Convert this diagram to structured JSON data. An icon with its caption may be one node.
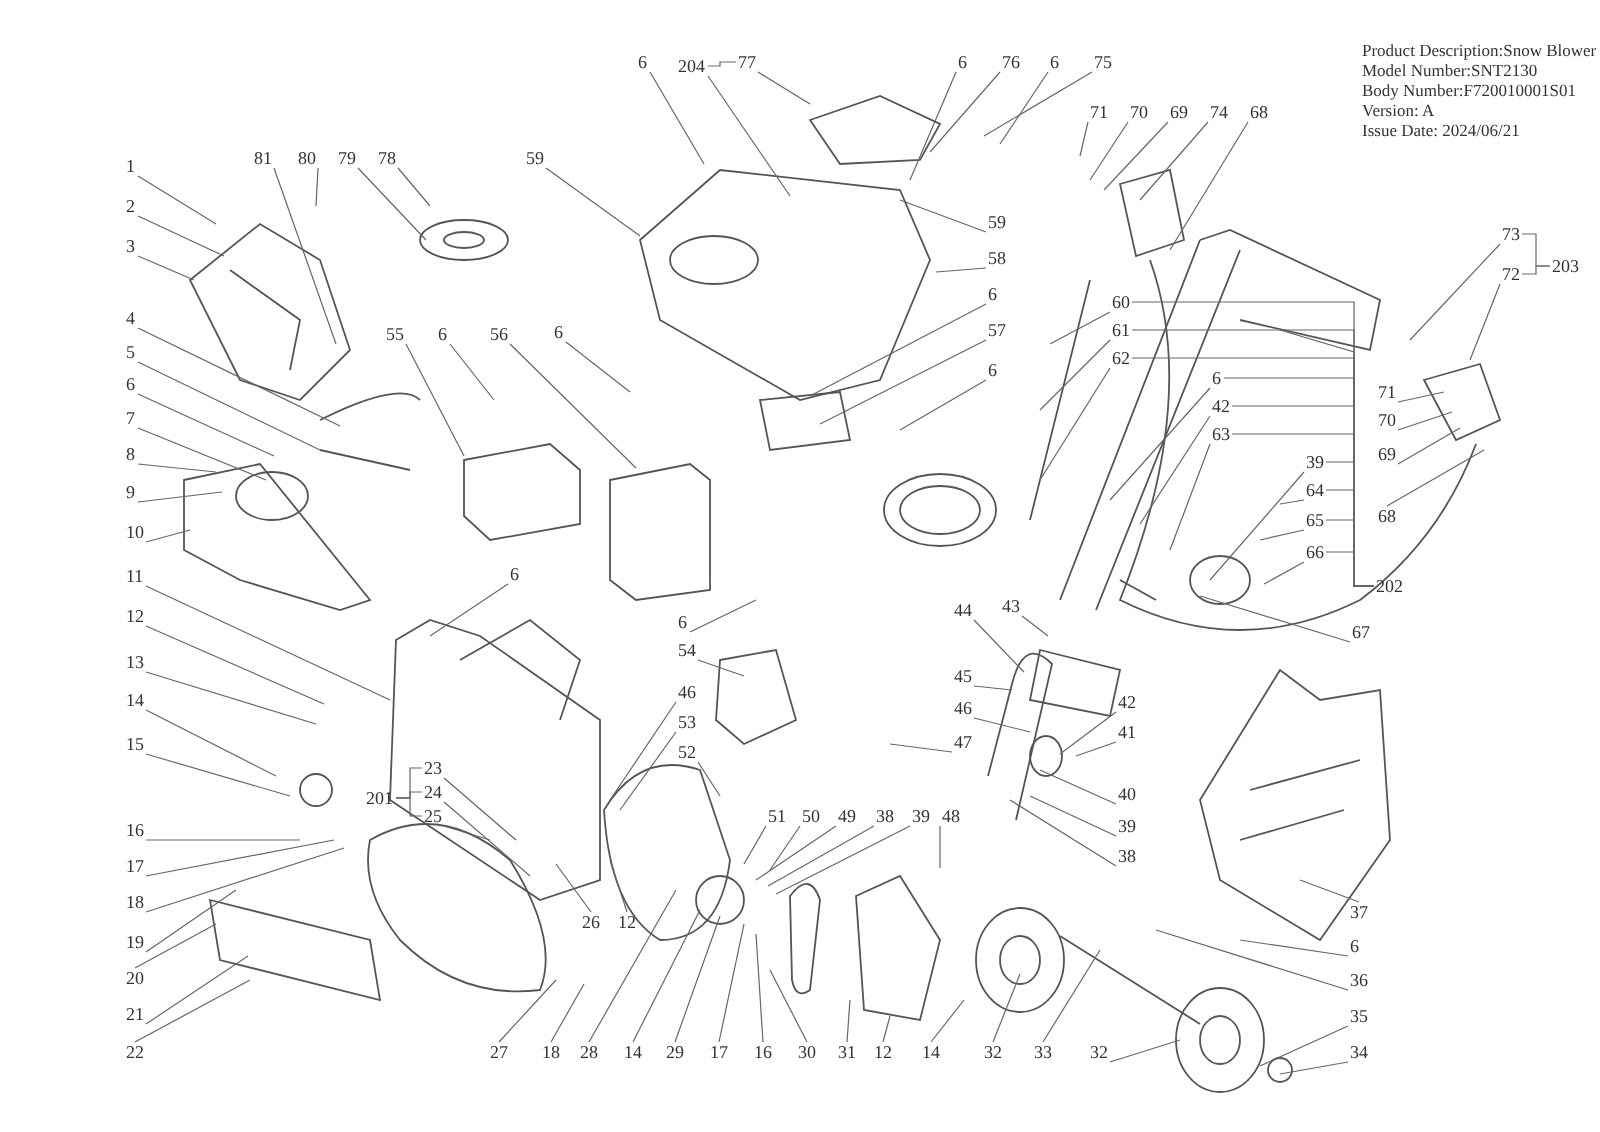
{
  "diagram": {
    "nodes": [
      {
        "text": [
          "1"
        ]
      },
      {
        "text": [
          "2"
        ]
      },
      {
        "text": [
          "3"
        ]
      },
      {
        "text": [
          "4"
        ]
      },
      {
        "text": [
          "5"
        ]
      },
      {
        "text": [
          "6"
        ]
      },
      {
        "text": [
          "7"
        ]
      },
      {
        "text": [
          "8"
        ]
      },
      {
        "text": [
          "9"
        ]
      },
      {
        "text": [
          "10"
        ]
      },
      {
        "text": [
          "11"
        ]
      },
      {
        "text": [
          "12"
        ]
      },
      {
        "text": [
          "13"
        ]
      },
      {
        "text": [
          "14"
        ]
      },
      {
        "text": [
          "15"
        ]
      },
      {
        "text": [
          "16"
        ]
      },
      {
        "text": [
          "17"
        ]
      },
      {
        "text": [
          "18"
        ]
      },
      {
        "text": [
          "19"
        ]
      },
      {
        "text": [
          "20"
        ]
      },
      {
        "text": [
          "21"
        ]
      },
      {
        "text": [
          "22"
        ]
      },
      {
        "text": [
          "81"
        ]
      },
      {
        "text": [
          "80"
        ]
      },
      {
        "text": [
          "79"
        ]
      },
      {
        "text": [
          "78"
        ]
      },
      {
        "text": [
          "59"
        ]
      },
      {
        "text": [
          "6"
        ]
      },
      {
        "text": [
          "204"
        ]
      },
      {
        "text": [
          "77"
        ]
      },
      {
        "text": [
          "6"
        ]
      },
      {
        "text": [
          "76"
        ]
      },
      {
        "text": [
          "6"
        ]
      },
      {
        "text": [
          "75"
        ]
      },
      {
        "text": [
          "59"
        ]
      },
      {
        "text": [
          "58"
        ]
      },
      {
        "text": [
          "6"
        ]
      },
      {
        "text": [
          "57"
        ]
      },
      {
        "text": [
          "6"
        ]
      },
      {
        "text": [
          "71"
        ]
      },
      {
        "text": [
          "70"
        ]
      },
      {
        "text": [
          "69"
        ]
      },
      {
        "text": [
          "74"
        ]
      },
      {
        "text": [
          "68"
        ]
      },
      {
        "text": [
          "55"
        ]
      },
      {
        "text": [
          "6"
        ]
      },
      {
        "text": [
          "56"
        ]
      },
      {
        "text": [
          "6"
        ]
      },
      {
        "text": [
          "6"
        ]
      },
      {
        "text": [
          "60"
        ]
      },
      {
        "text": [
          "61"
        ]
      },
      {
        "text": [
          "62"
        ]
      },
      {
        "text": [
          "6"
        ]
      },
      {
        "text": [
          "42"
        ]
      },
      {
        "text": [
          "63"
        ]
      },
      {
        "text": [
          "39"
        ]
      },
      {
        "text": [
          "64"
        ]
      },
      {
        "text": [
          "65"
        ]
      },
      {
        "text": [
          "66"
        ]
      },
      {
        "text": [
          "202"
        ]
      },
      {
        "text": [
          "67"
        ]
      },
      {
        "text": [
          "73"
        ]
      },
      {
        "text": [
          "72"
        ]
      },
      {
        "text": [
          "203"
        ]
      },
      {
        "text": [
          "71"
        ]
      },
      {
        "text": [
          "70"
        ]
      },
      {
        "text": [
          "69"
        ]
      },
      {
        "text": [
          "68"
        ]
      },
      {
        "text": [
          "6"
        ]
      },
      {
        "text": [
          "54"
        ]
      },
      {
        "text": [
          "46"
        ]
      },
      {
        "text": [
          "53"
        ]
      },
      {
        "text": [
          "52"
        ]
      },
      {
        "text": [
          "51"
        ]
      },
      {
        "text": [
          "50"
        ]
      },
      {
        "text": [
          "49"
        ]
      },
      {
        "text": [
          "38"
        ]
      },
      {
        "text": [
          "39"
        ]
      },
      {
        "text": [
          "48"
        ]
      },
      {
        "text": [
          "44"
        ]
      },
      {
        "text": [
          "43"
        ]
      },
      {
        "text": [
          "45"
        ]
      },
      {
        "text": [
          "46"
        ]
      },
      {
        "text": [
          "47"
        ]
      },
      {
        "text": [
          "201"
        ]
      },
      {
        "text": [
          "23"
        ]
      },
      {
        "text": [
          "24"
        ]
      },
      {
        "text": [
          "25"
        ]
      },
      {
        "text": [
          "26"
        ]
      },
      {
        "text": [
          "12"
        ]
      },
      {
        "text": [
          "27"
        ]
      },
      {
        "text": [
          "18"
        ]
      },
      {
        "text": [
          "28"
        ]
      },
      {
        "text": [
          "14"
        ]
      },
      {
        "text": [
          "29"
        ]
      },
      {
        "text": [
          "17"
        ]
      },
      {
        "text": [
          "16"
        ]
      },
      {
        "text": [
          "30"
        ]
      },
      {
        "text": [
          "31"
        ]
      },
      {
        "text": [
          "12"
        ]
      },
      {
        "text": [
          "14"
        ]
      },
      {
        "text": [
          "32"
        ]
      },
      {
        "text": [
          "33"
        ]
      },
      {
        "text": [
          "32"
        ]
      },
      {
        "text": [
          "42"
        ]
      },
      {
        "text": [
          "41"
        ]
      },
      {
        "text": [
          "40"
        ]
      },
      {
        "text": [
          "39"
        ]
      },
      {
        "text": [
          "38"
        ]
      },
      {
        "text": [
          "37"
        ]
      },
      {
        "text": [
          "6"
        ]
      },
      {
        "text": [
          "36"
        ]
      },
      {
        "text": [
          "35"
        ]
      },
      {
        "text": [
          "34"
        ]
      }
    ],
    "edges": [
      {
        "from": 0,
        "to": null,
        "arrow": "none"
      },
      {
        "from": 1,
        "to": null,
        "arrow": "none"
      },
      {
        "from": 2,
        "to": null,
        "arrow": "none"
      },
      {
        "from": 3,
        "to": null,
        "arrow": "none"
      },
      {
        "from": 4,
        "to": null,
        "arrow": "none"
      },
      {
        "from": 5,
        "to": null,
        "arrow": "none"
      },
      {
        "from": 6,
        "to": null,
        "arrow": "none"
      },
      {
        "from": 7,
        "to": null,
        "arrow": "none"
      },
      {
        "from": 8,
        "to": null,
        "arrow": "none"
      },
      {
        "from": 9,
        "to": null,
        "arrow": "none"
      },
      {
        "from": 10,
        "to": null,
        "arrow": "none"
      },
      {
        "from": 11,
        "to": null,
        "arrow": "none"
      },
      {
        "from": 12,
        "to": null,
        "arrow": "none"
      },
      {
        "from": 13,
        "to": null,
        "arrow": "none"
      },
      {
        "from": 14,
        "to": null,
        "arrow": "none"
      },
      {
        "from": 15,
        "to": null,
        "arrow": "none"
      },
      {
        "from": 16,
        "to": null,
        "arrow": "none"
      },
      {
        "from": 17,
        "to": null,
        "arrow": "none"
      },
      {
        "from": 18,
        "to": null,
        "arrow": "none"
      },
      {
        "from": 19,
        "to": null,
        "arrow": "none"
      },
      {
        "from": 20,
        "to": null,
        "arrow": "none"
      },
      {
        "from": 21,
        "to": null,
        "arrow": "none"
      },
      {
        "from": 22,
        "to": null,
        "arrow": "none"
      },
      {
        "from": 23,
        "to": null,
        "arrow": "none"
      },
      {
        "from": 24,
        "to": null,
        "arrow": "none"
      },
      {
        "from": 25,
        "to": null,
        "arrow": "none"
      },
      {
        "from": 26,
        "to": null,
        "arrow": "none"
      },
      {
        "from": 27,
        "to": null,
        "arrow": "none"
      },
      {
        "from": 28,
        "to": null,
        "arrow": "none"
      },
      {
        "from": 29,
        "to": null,
        "arrow": "none"
      },
      {
        "from": 30,
        "to": null,
        "arrow": "none"
      },
      {
        "from": 31,
        "to": null,
        "arrow": "none"
      },
      {
        "from": 32,
        "to": null,
        "arrow": "none"
      },
      {
        "from": 33,
        "to": null,
        "arrow": "none"
      },
      {
        "from": 34,
        "to": null,
        "arrow": "none"
      },
      {
        "from": 35,
        "to": null,
        "arrow": "none"
      },
      {
        "from": 36,
        "to": null,
        "arrow": "none"
      },
      {
        "from": 37,
        "to": null,
        "arrow": "none"
      },
      {
        "from": 38,
        "to": null,
        "arrow": "none"
      },
      {
        "from": 39,
        "to": null,
        "arrow": "none"
      },
      {
        "from": 40,
        "to": null,
        "arrow": "none"
      },
      {
        "from": 41,
        "to": null,
        "arrow": "none"
      },
      {
        "from": 42,
        "to": null,
        "arrow": "none"
      },
      {
        "from": 43,
        "to": null,
        "arrow": "none"
      },
      {
        "from": 44,
        "to": null,
        "arrow": "none"
      },
      {
        "from": 45,
        "to": null,
        "arrow": "none"
      },
      {
        "from": 46,
        "to": null,
        "arrow": "none"
      },
      {
        "from": 47,
        "to": null,
        "arrow": "none"
      },
      {
        "from": 48,
        "to": null,
        "arrow": "none"
      },
      {
        "from": 49,
        "to": null,
        "arrow": "none"
      },
      {
        "from": 50,
        "to": null,
        "arrow": "none"
      },
      {
        "from": 51,
        "to": null,
        "arrow": "none"
      },
      {
        "from": 52,
        "to": null,
        "arrow": "none"
      },
      {
        "from": 53,
        "to": null,
        "arrow": "none"
      },
      {
        "from": 54,
        "to": null,
        "arrow": "none"
      },
      {
        "from": 55,
        "to": null,
        "arrow": "none"
      },
      {
        "from": 56,
        "to": null,
        "arrow": "none"
      },
      {
        "from": 57,
        "to": null,
        "arrow": "none"
      },
      {
        "from": 58,
        "to": null,
        "arrow": "none"
      },
      {
        "from": 59,
        "to": null,
        "arrow": "none"
      },
      {
        "from": 60,
        "to": null,
        "arrow": "none"
      },
      {
        "from": 61,
        "to": null,
        "arrow": "none"
      },
      {
        "from": 62,
        "to": null,
        "arrow": "none"
      },
      {
        "from": 64,
        "to": null,
        "arrow": "none"
      },
      {
        "from": 65,
        "to": null,
        "arrow": "none"
      },
      {
        "from": 66,
        "to": null,
        "arrow": "none"
      },
      {
        "from": 67,
        "to": null,
        "arrow": "none"
      },
      {
        "from": 68,
        "to": null,
        "arrow": "none"
      },
      {
        "from": 69,
        "to": null,
        "arrow": "none"
      },
      {
        "from": 70,
        "to": null,
        "arrow": "none"
      },
      {
        "from": 71,
        "to": null,
        "arrow": "none"
      },
      {
        "from": 72,
        "to": null,
        "arrow": "none"
      },
      {
        "from": 73,
        "to": null,
        "arrow": "none"
      },
      {
        "from": 74,
        "to": null,
        "arrow": "none"
      },
      {
        "from": 75,
        "to": null,
        "arrow": "none"
      },
      {
        "from": 76,
        "to": null,
        "arrow": "none"
      },
      {
        "from": 77,
        "to": null,
        "arrow": "none"
      },
      {
        "from": 78,
        "to": null,
        "arrow": "none"
      },
      {
        "from": 79,
        "to": null,
        "arrow": "none"
      },
      {
        "from": 80,
        "to": null,
        "arrow": "none"
      },
      {
        "from": 81,
        "to": null,
        "arrow": "none"
      },
      {
        "from": 82,
        "to": null,
        "arrow": "none"
      },
      {
        "from": 83,
        "to": null,
        "arrow": "none"
      },
      {
        "from": 85,
        "to": null,
        "arrow": "none"
      },
      {
        "from": 86,
        "to": null,
        "arrow": "none"
      },
      {
        "from": 87,
        "to": null,
        "arrow": "none"
      },
      {
        "from": 88,
        "to": null,
        "arrow": "none"
      },
      {
        "from": 89,
        "to": null,
        "arrow": "none"
      },
      {
        "from": 90,
        "to": null,
        "arrow": "none"
      },
      {
        "from": 91,
        "to": null,
        "arrow": "none"
      },
      {
        "from": 92,
        "to": null,
        "arrow": "none"
      },
      {
        "from": 93,
        "to": null,
        "arrow": "none"
      },
      {
        "from": 94,
        "to": null,
        "arrow": "none"
      },
      {
        "from": 95,
        "to": null,
        "arrow": "none"
      },
      {
        "from": 96,
        "to": null,
        "arrow": "none"
      },
      {
        "from": 97,
        "to": null,
        "arrow": "none"
      },
      {
        "from": 98,
        "to": null,
        "arrow": "none"
      },
      {
        "from": 99,
        "to": null,
        "arrow": "none"
      },
      {
        "from": 100,
        "to": null,
        "arrow": "none"
      },
      {
        "from": 101,
        "to": null,
        "arrow": "none"
      },
      {
        "from": 102,
        "to": null,
        "arrow": "none"
      },
      {
        "from": 103,
        "to": null,
        "arrow": "none"
      },
      {
        "from": 104,
        "to": null,
        "arrow": "none"
      },
      {
        "from": 105,
        "to": null,
        "arrow": "none"
      },
      {
        "from": 106,
        "to": null,
        "arrow": "none"
      },
      {
        "from": 107,
        "to": null,
        "arrow": "none"
      },
      {
        "from": 108,
        "to": null,
        "arrow": "none"
      },
      {
        "from": 109,
        "to": null,
        "arrow": "none"
      },
      {
        "from": 110,
        "to": null,
        "arrow": "none"
      },
      {
        "from": 111,
        "to": null,
        "arrow": "none"
      },
      {
        "from": 112,
        "to": null,
        "arrow": "none"
      },
      {
        "from": 113,
        "to": null,
        "arrow": "none"
      },
      {
        "from": 28,
        "to": 29,
        "arrow": "none"
      },
      {
        "from": 84,
        "to": 85,
        "arrow": "none"
      },
      {
        "from": 84,
        "to": 86,
        "arrow": "none"
      },
      {
        "from": 84,
        "to": 87,
        "arrow": "none"
      },
      {
        "from": 63,
        "to": 61,
        "arrow": "none"
      },
      {
        "from": 63,
        "to": 62,
        "arrow": "none"
      },
      {
        "from": 59,
        "to": 49,
        "arrow": "none"
      },
      {
        "from": 59,
        "to": 50,
        "arrow": "none"
      },
      {
        "from": 59,
        "to": 51,
        "arrow": "none"
      },
      {
        "from": 59,
        "to": 52,
        "arrow": "none"
      },
      {
        "from": 59,
        "to": 53,
        "arrow": "none"
      },
      {
        "from": 59,
        "to": 54,
        "arrow": "none"
      },
      {
        "from": 59,
        "to": 55,
        "arrow": "none"
      },
      {
        "from": 59,
        "to": 56,
        "arrow": "none"
      },
      {
        "from": 59,
        "to": 57,
        "arrow": "none"
      },
      {
        "from": 59,
        "to": 58,
        "arrow": "none"
      }
    ],
    "labels": [
      "Product Description:Snow Blower",
      "Model Number:SNT2130",
      "Body Number:F720010001S01",
      "Version: A",
      "Issue Date: 2024/06/21"
    ]
  }
}
